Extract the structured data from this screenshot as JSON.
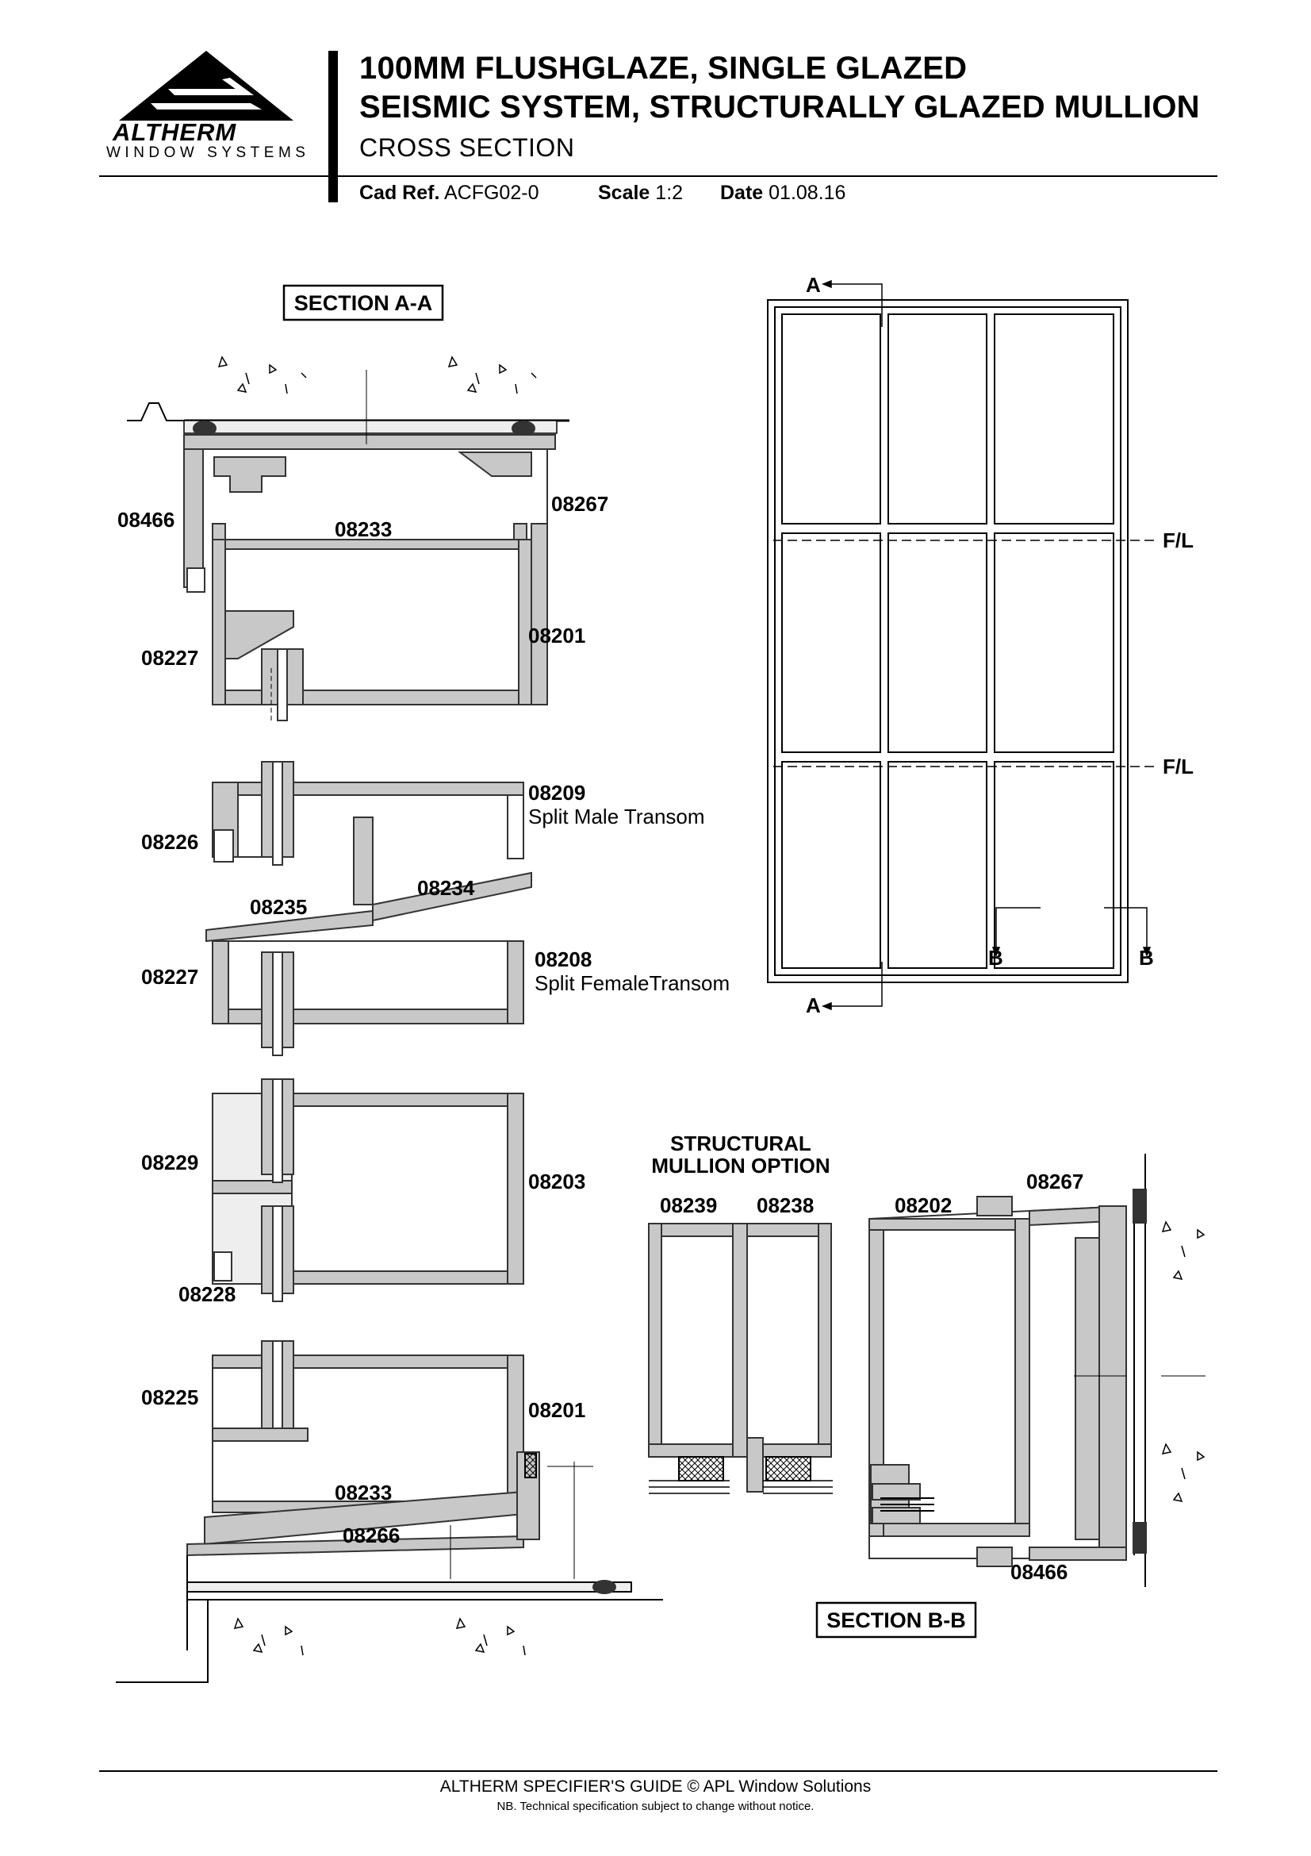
{
  "header": {
    "brand": "ALTHERM",
    "brand_sub": "WINDOW SYSTEMS",
    "title_line1": "100MM FLUSHGLAZE, SINGLE GLAZED",
    "title_line2": "SEISMIC SYSTEM, STRUCTURALLY GLAZED MULLION",
    "subtitle": "CROSS SECTION",
    "cad_ref_label": "Cad Ref.",
    "cad_ref_value": "ACFG02-0",
    "scale_label": "Scale",
    "scale_value": "1:2",
    "date_label": "Date",
    "date_value": "01.08.16"
  },
  "section_aa": {
    "title": "SECTION A-A",
    "parts_head": [
      "08466",
      "08267",
      "08233",
      "08201",
      "08227"
    ],
    "parts_transom": [
      "08209",
      "08226",
      "08234",
      "08235",
      "08208",
      "08227"
    ],
    "male_transom": "Split Male Transom",
    "female_transom": "Split FemaleTransom",
    "parts_mullion": [
      "08229",
      "08203",
      "08228"
    ],
    "parts_sill": [
      "08225",
      "08201",
      "08233",
      "08266"
    ]
  },
  "elevation": {
    "marker_a": "A",
    "marker_b": "B",
    "floor_level": "F/L",
    "grid": {
      "columns": 3,
      "rows": 3
    }
  },
  "mullion_option": {
    "title_line1": "STRUCTURAL",
    "title_line2": "MULLION OPTION",
    "parts": [
      "08239",
      "08238"
    ]
  },
  "section_bb": {
    "title": "SECTION B-B",
    "parts": [
      "08202",
      "08267",
      "08466"
    ]
  },
  "footer": {
    "line1": "ALTHERM SPECIFIER'S GUIDE  ©  APL Window Solutions",
    "line2": "NB. Technical specification subject to change without notice."
  }
}
